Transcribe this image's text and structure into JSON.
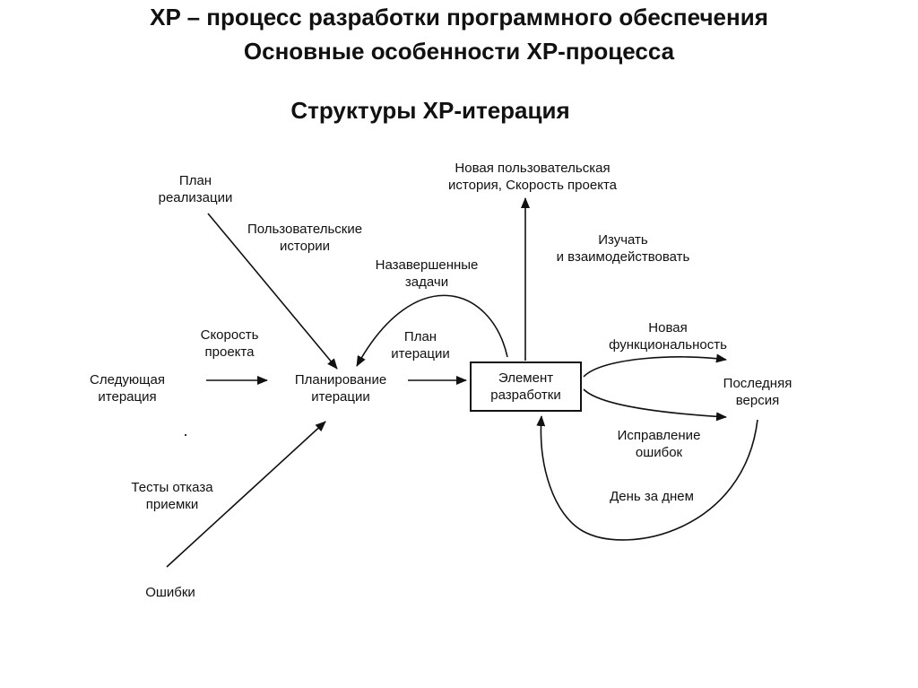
{
  "header": {
    "title_line1": "XP – процесс разработки программного обеспечения",
    "title_line2": "Основные особенности XP-процесса",
    "subtitle": "Структуры XP-итерация"
  },
  "diagram": {
    "nodes": {
      "next_iteration": [
        "Следующая",
        "итерация"
      ],
      "iteration_planning": [
        "Планирование",
        "итерации"
      ],
      "dev_element": [
        "Элемент",
        "разработки"
      ],
      "last_version": [
        "Последняя",
        "версия"
      ],
      "release_plan": [
        "План",
        "реализации"
      ],
      "user_stories": [
        "Пользовательские",
        "истории"
      ],
      "acceptance_tests": [
        "Тесты отказа",
        "приемки"
      ],
      "bugs": [
        "Ошибки"
      ],
      "new_user_story": [
        "Новая пользовательская",
        "история, Скорость проекта"
      ]
    },
    "edge_labels": {
      "project_velocity": [
        "Скорость",
        "проекта"
      ],
      "unfinished_tasks": [
        "Назавершенные",
        "задачи"
      ],
      "iteration_plan": [
        "План",
        "итерации"
      ],
      "learn_interact": [
        "Изучать",
        "и взаимодействовать"
      ],
      "new_functionality": [
        "Новая",
        "функциональность"
      ],
      "bug_fixes": [
        "Исправление",
        "ошибок"
      ],
      "day_by_day": [
        "День за днем"
      ]
    },
    "line_color": "#111111"
  }
}
